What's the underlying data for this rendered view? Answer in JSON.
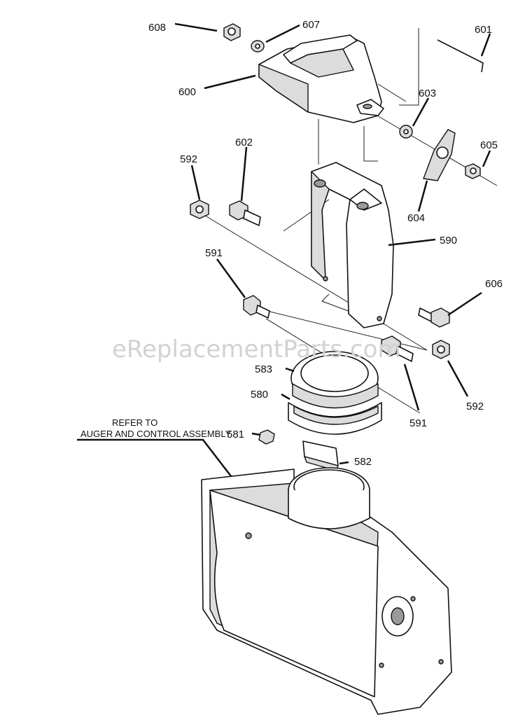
{
  "labels": {
    "p608": "608",
    "p607": "607",
    "p601": "601",
    "p600": "600",
    "p603": "603",
    "p605": "605",
    "p592a": "592",
    "p602": "602",
    "p604": "604",
    "p590": "590",
    "p591a": "591",
    "p606": "606",
    "p583": "583",
    "p580": "580",
    "p591b": "591",
    "p592b": "592",
    "p581": "581",
    "p582": "582"
  },
  "note": {
    "line1": "REFER TO",
    "line2": "AUGER AND CONTROL ASSEMBLY"
  },
  "watermark": "eReplacementParts.com"
}
